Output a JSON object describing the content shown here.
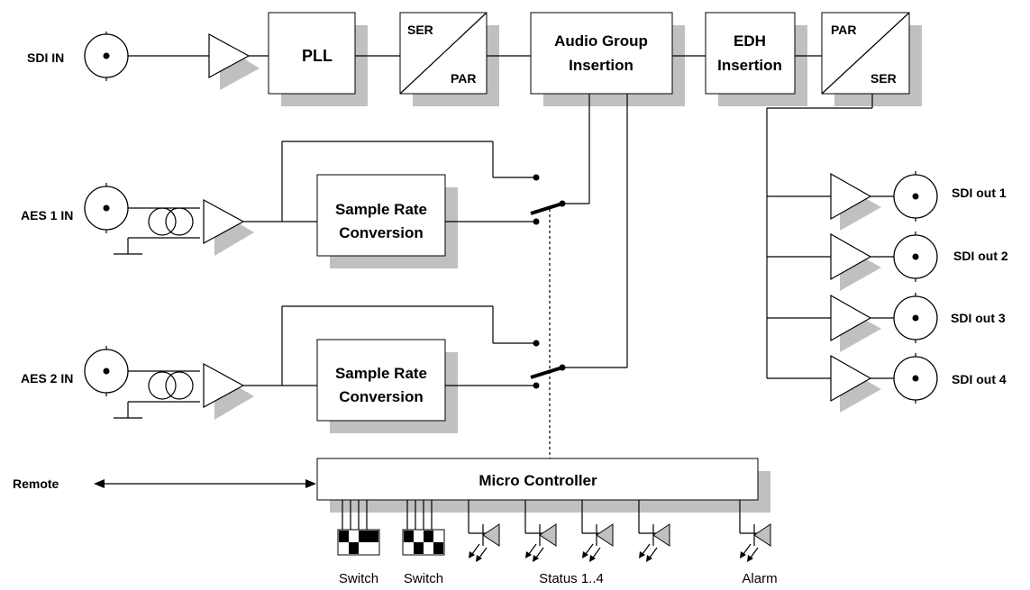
{
  "inputs": {
    "sdi_in": "SDI IN",
    "aes1_in": "AES 1 IN",
    "aes2_in": "AES 2 IN",
    "remote": "Remote"
  },
  "blocks": {
    "pll": "PLL",
    "ser_par_top": "SER",
    "ser_par_bottom": "PAR",
    "audio_group_line1": "Audio Group",
    "audio_group_line2": "Insertion",
    "edh_line1": "EDH",
    "edh_line2": "Insertion",
    "par_ser_top": "PAR",
    "par_ser_bottom": "SER",
    "src1_line1": "Sample Rate",
    "src1_line2": "Conversion",
    "src2_line1": "Sample Rate",
    "src2_line2": "Conversion",
    "micro_controller": "Micro Controller"
  },
  "outputs": [
    "SDI out 1",
    "SDI out 2",
    "SDI out 3",
    "SDI out 4"
  ],
  "bottom_labels": {
    "switch1": "Switch",
    "switch2": "Switch",
    "status": "Status 1..4",
    "alarm": "Alarm"
  },
  "colors": {
    "shadow": "#c0c0c0",
    "ink": "#000000",
    "background": "#ffffff"
  }
}
